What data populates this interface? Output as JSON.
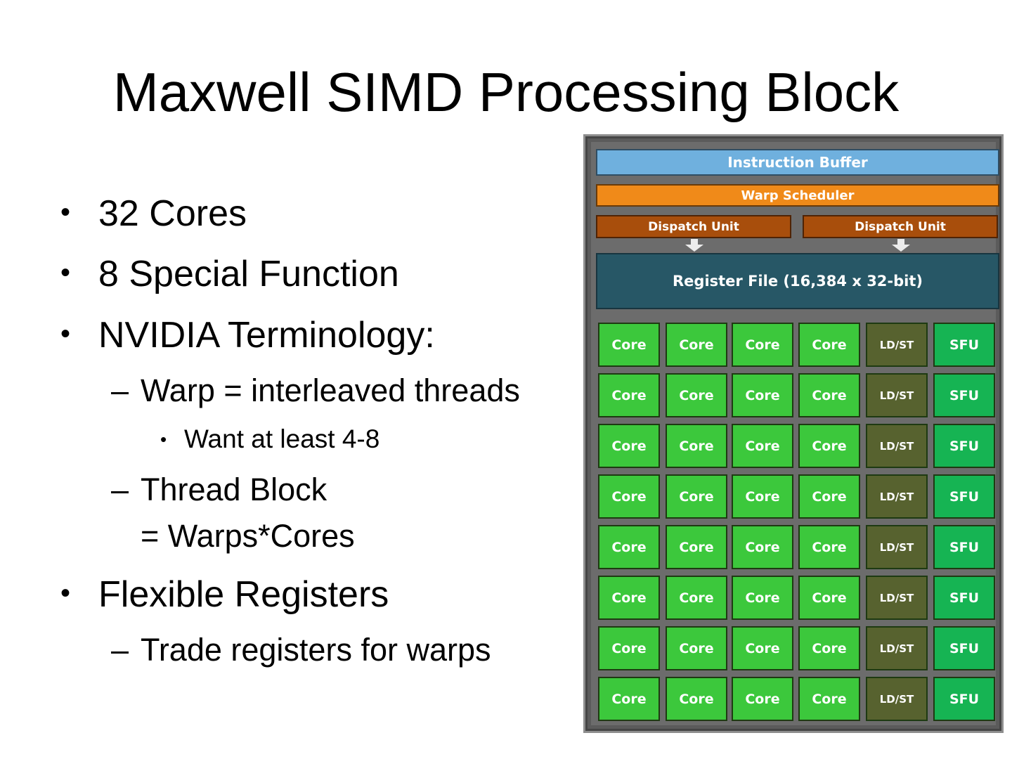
{
  "slide": {
    "title": "Maxwell SIMD Processing Block"
  },
  "bullets": {
    "item1": "32 Cores",
    "item2": "8 Special Function",
    "item3": "NVIDIA Terminology:",
    "item3_sub1": "Warp = interleaved threads",
    "item3_sub1_sub1": "Want at least 4-8",
    "item3_sub2_line1": "Thread Block",
    "item3_sub2_line2": "= Warps*Cores",
    "item4": "Flexible Registers",
    "item4_sub1": "Trade registers for warps",
    "bullet_glyph": "•",
    "dash_glyph": "–"
  },
  "diagram": {
    "instruction_buffer": "Instruction Buffer",
    "warp_scheduler": "Warp Scheduler",
    "dispatch_unit_left": "Dispatch Unit",
    "dispatch_unit_right": "Dispatch Unit",
    "register_file": "Register File (16,384 x 32-bit)",
    "rows": 8,
    "columns": [
      "Core",
      "Core",
      "Core",
      "Core",
      "LD/ST",
      "SFU"
    ],
    "colors": {
      "instruction_buffer": "#6fb0de",
      "warp_scheduler": "#f08a19",
      "dispatch_unit": "#a84e0c",
      "register_file": "#275766",
      "core": "#3cc83c",
      "ldst": "#57622f",
      "sfu": "#16b453",
      "frame": "#5b5b5b"
    }
  }
}
